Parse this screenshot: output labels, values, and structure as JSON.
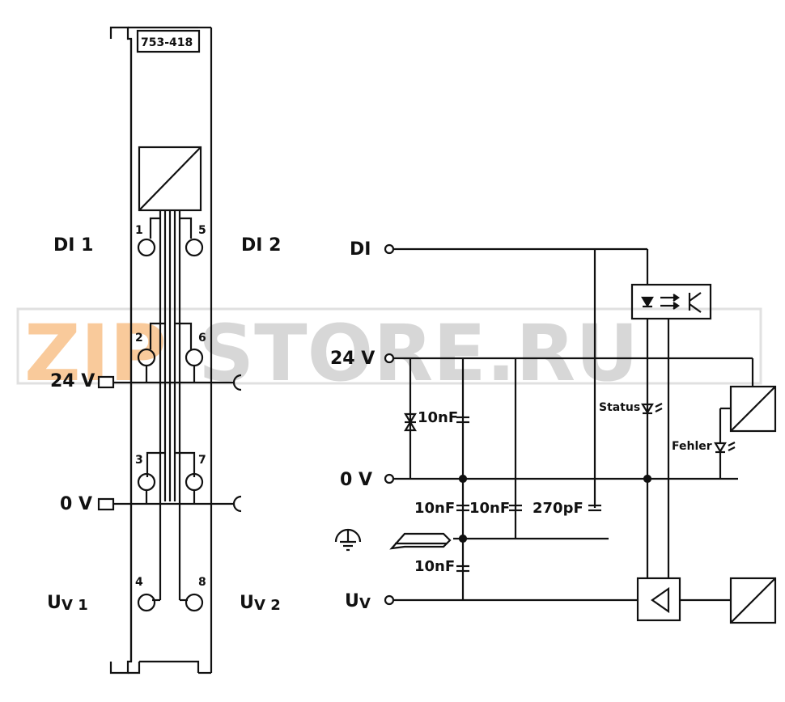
{
  "module": {
    "part_number": "753-418",
    "terminals": [
      {
        "num": "1"
      },
      {
        "num": "2"
      },
      {
        "num": "3"
      },
      {
        "num": "4"
      },
      {
        "num": "5"
      },
      {
        "num": "6"
      },
      {
        "num": "7"
      },
      {
        "num": "8"
      }
    ],
    "labels": {
      "di1": "DI 1",
      "di2": "DI 2",
      "v24": "24 V",
      "v0": "0 V",
      "uv1_main": "U",
      "uv1_sub": "V 1",
      "uv2_main": "U",
      "uv2_sub": "V 2"
    }
  },
  "schematic": {
    "inputs": {
      "di": "DI",
      "v24": "24 V",
      "v0": "0 V",
      "uv_main": "U",
      "uv_sub": "V"
    },
    "components": {
      "cap1": "10nF",
      "cap2": "10nF",
      "cap3": "10nF",
      "cap4": "270pF",
      "cap5": "10nF",
      "status": "Status",
      "fehler": "Fehler"
    }
  },
  "watermark": {
    "part1": "ZIP",
    "part2": "STORE.RU",
    "color1": "#f5a04a",
    "color2": "#b8b8b8"
  }
}
